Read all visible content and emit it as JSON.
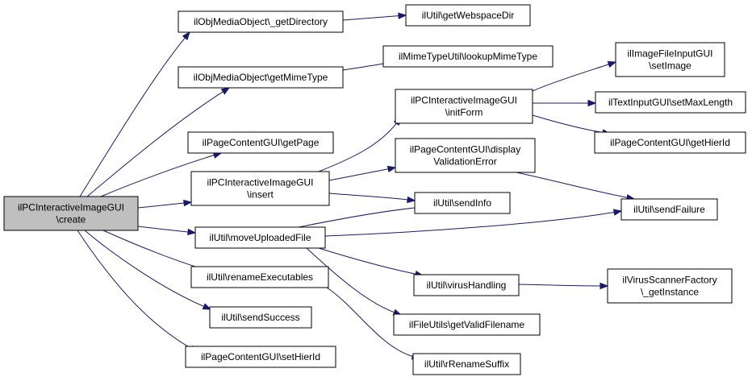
{
  "colors": {
    "edge": "#191970",
    "root_fill": "#bfbfbf",
    "node_fill": "#ffffff",
    "border": "#000000"
  },
  "nodes": [
    {
      "id": "root",
      "lines": [
        "ilPCInteractiveImageGUI",
        "\\create"
      ],
      "root": true
    },
    {
      "id": "getDirectory",
      "lines": [
        "ilObjMediaObject\\_getDirectory"
      ]
    },
    {
      "id": "getMimeType",
      "lines": [
        "ilObjMediaObject\\getMimeType"
      ]
    },
    {
      "id": "getPage",
      "lines": [
        "ilPageContentGUI\\getPage"
      ]
    },
    {
      "id": "insert",
      "lines": [
        "ilPCInteractiveImageGUI",
        "\\insert"
      ]
    },
    {
      "id": "moveUploadedFile",
      "lines": [
        "ilUtil\\moveUploadedFile"
      ]
    },
    {
      "id": "renameExecutables",
      "lines": [
        "ilUtil\\renameExecutables"
      ]
    },
    {
      "id": "sendSuccess",
      "lines": [
        "ilUtil\\sendSuccess"
      ]
    },
    {
      "id": "setHierId",
      "lines": [
        "ilPageContentGUI\\setHierId"
      ]
    },
    {
      "id": "getWebspaceDir",
      "lines": [
        "ilUtil\\getWebspaceDir"
      ]
    },
    {
      "id": "lookupMimeType",
      "lines": [
        "ilMimeTypeUtil\\lookupMimeType"
      ]
    },
    {
      "id": "initForm",
      "lines": [
        "ilPCInteractiveImageGUI",
        "\\initForm"
      ]
    },
    {
      "id": "displayValidationError",
      "lines": [
        "ilPageContentGUI\\display",
        "ValidationError"
      ]
    },
    {
      "id": "sendInfo",
      "lines": [
        "ilUtil\\sendInfo"
      ]
    },
    {
      "id": "virusHandling",
      "lines": [
        "ilUtil\\virusHandling"
      ]
    },
    {
      "id": "getValidFilename",
      "lines": [
        "ilFileUtils\\getValidFilename"
      ]
    },
    {
      "id": "rRenameSuffix",
      "lines": [
        "ilUtil\\rRenameSuffix"
      ]
    },
    {
      "id": "setImage",
      "lines": [
        "ilImageFileInputGUI",
        "\\setImage"
      ]
    },
    {
      "id": "setMaxLength",
      "lines": [
        "ilTextInputGUI\\setMaxLength"
      ]
    },
    {
      "id": "getHierId",
      "lines": [
        "ilPageContentGUI\\getHierId"
      ]
    },
    {
      "id": "sendFailure",
      "lines": [
        "ilUtil\\sendFailure"
      ]
    },
    {
      "id": "getInstance",
      "lines": [
        "ilVirusScannerFactory",
        "\\_getInstance"
      ]
    }
  ],
  "edges": [
    [
      "root",
      "getDirectory"
    ],
    [
      "root",
      "getMimeType"
    ],
    [
      "root",
      "getPage"
    ],
    [
      "root",
      "insert"
    ],
    [
      "root",
      "moveUploadedFile"
    ],
    [
      "root",
      "renameExecutables"
    ],
    [
      "root",
      "sendSuccess"
    ],
    [
      "root",
      "setHierId"
    ],
    [
      "getDirectory",
      "getWebspaceDir"
    ],
    [
      "getMimeType",
      "lookupMimeType"
    ],
    [
      "insert",
      "initForm"
    ],
    [
      "insert",
      "displayValidationError"
    ],
    [
      "insert",
      "sendInfo"
    ],
    [
      "initForm",
      "setImage"
    ],
    [
      "initForm",
      "setMaxLength"
    ],
    [
      "initForm",
      "getHierId"
    ],
    [
      "displayValidationError",
      "sendFailure"
    ],
    [
      "moveUploadedFile",
      "sendInfo"
    ],
    [
      "moveUploadedFile",
      "sendFailure"
    ],
    [
      "moveUploadedFile",
      "virusHandling"
    ],
    [
      "moveUploadedFile",
      "getValidFilename"
    ],
    [
      "renameExecutables",
      "rRenameSuffix"
    ],
    [
      "virusHandling",
      "getInstance"
    ]
  ]
}
